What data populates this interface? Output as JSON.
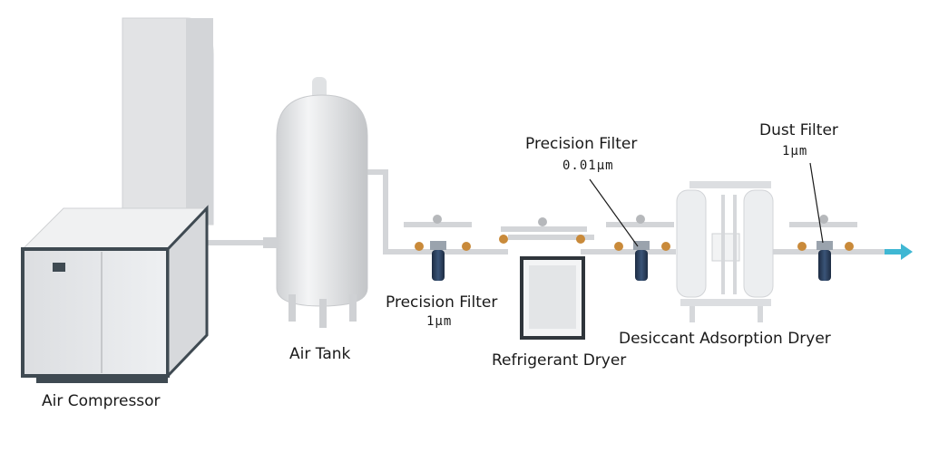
{
  "labels": {
    "air_compressor": "Air Compressor",
    "air_tank": "Air Tank",
    "precision_filter_1": "Precision Filter",
    "precision_filter_1_rating": "1μm",
    "refrigerant_dryer": "Refrigerant Dryer",
    "precision_filter_2": "Precision Filter",
    "precision_filter_2_rating": "0.01μm",
    "desiccant_dryer": "Desiccant Adsorption Dryer",
    "dust_filter": "Dust Filter",
    "dust_filter_rating": "1μm"
  },
  "colors": {
    "equipment": "#e8e9eb",
    "equipment_shade": "#c9cbce",
    "frame": "#3f4a52",
    "pipe": "#d7d9dc",
    "filter_bowl": "#2b3e58",
    "valve": "#c98a3a",
    "outlet_arrow": "#3fb7d3"
  }
}
